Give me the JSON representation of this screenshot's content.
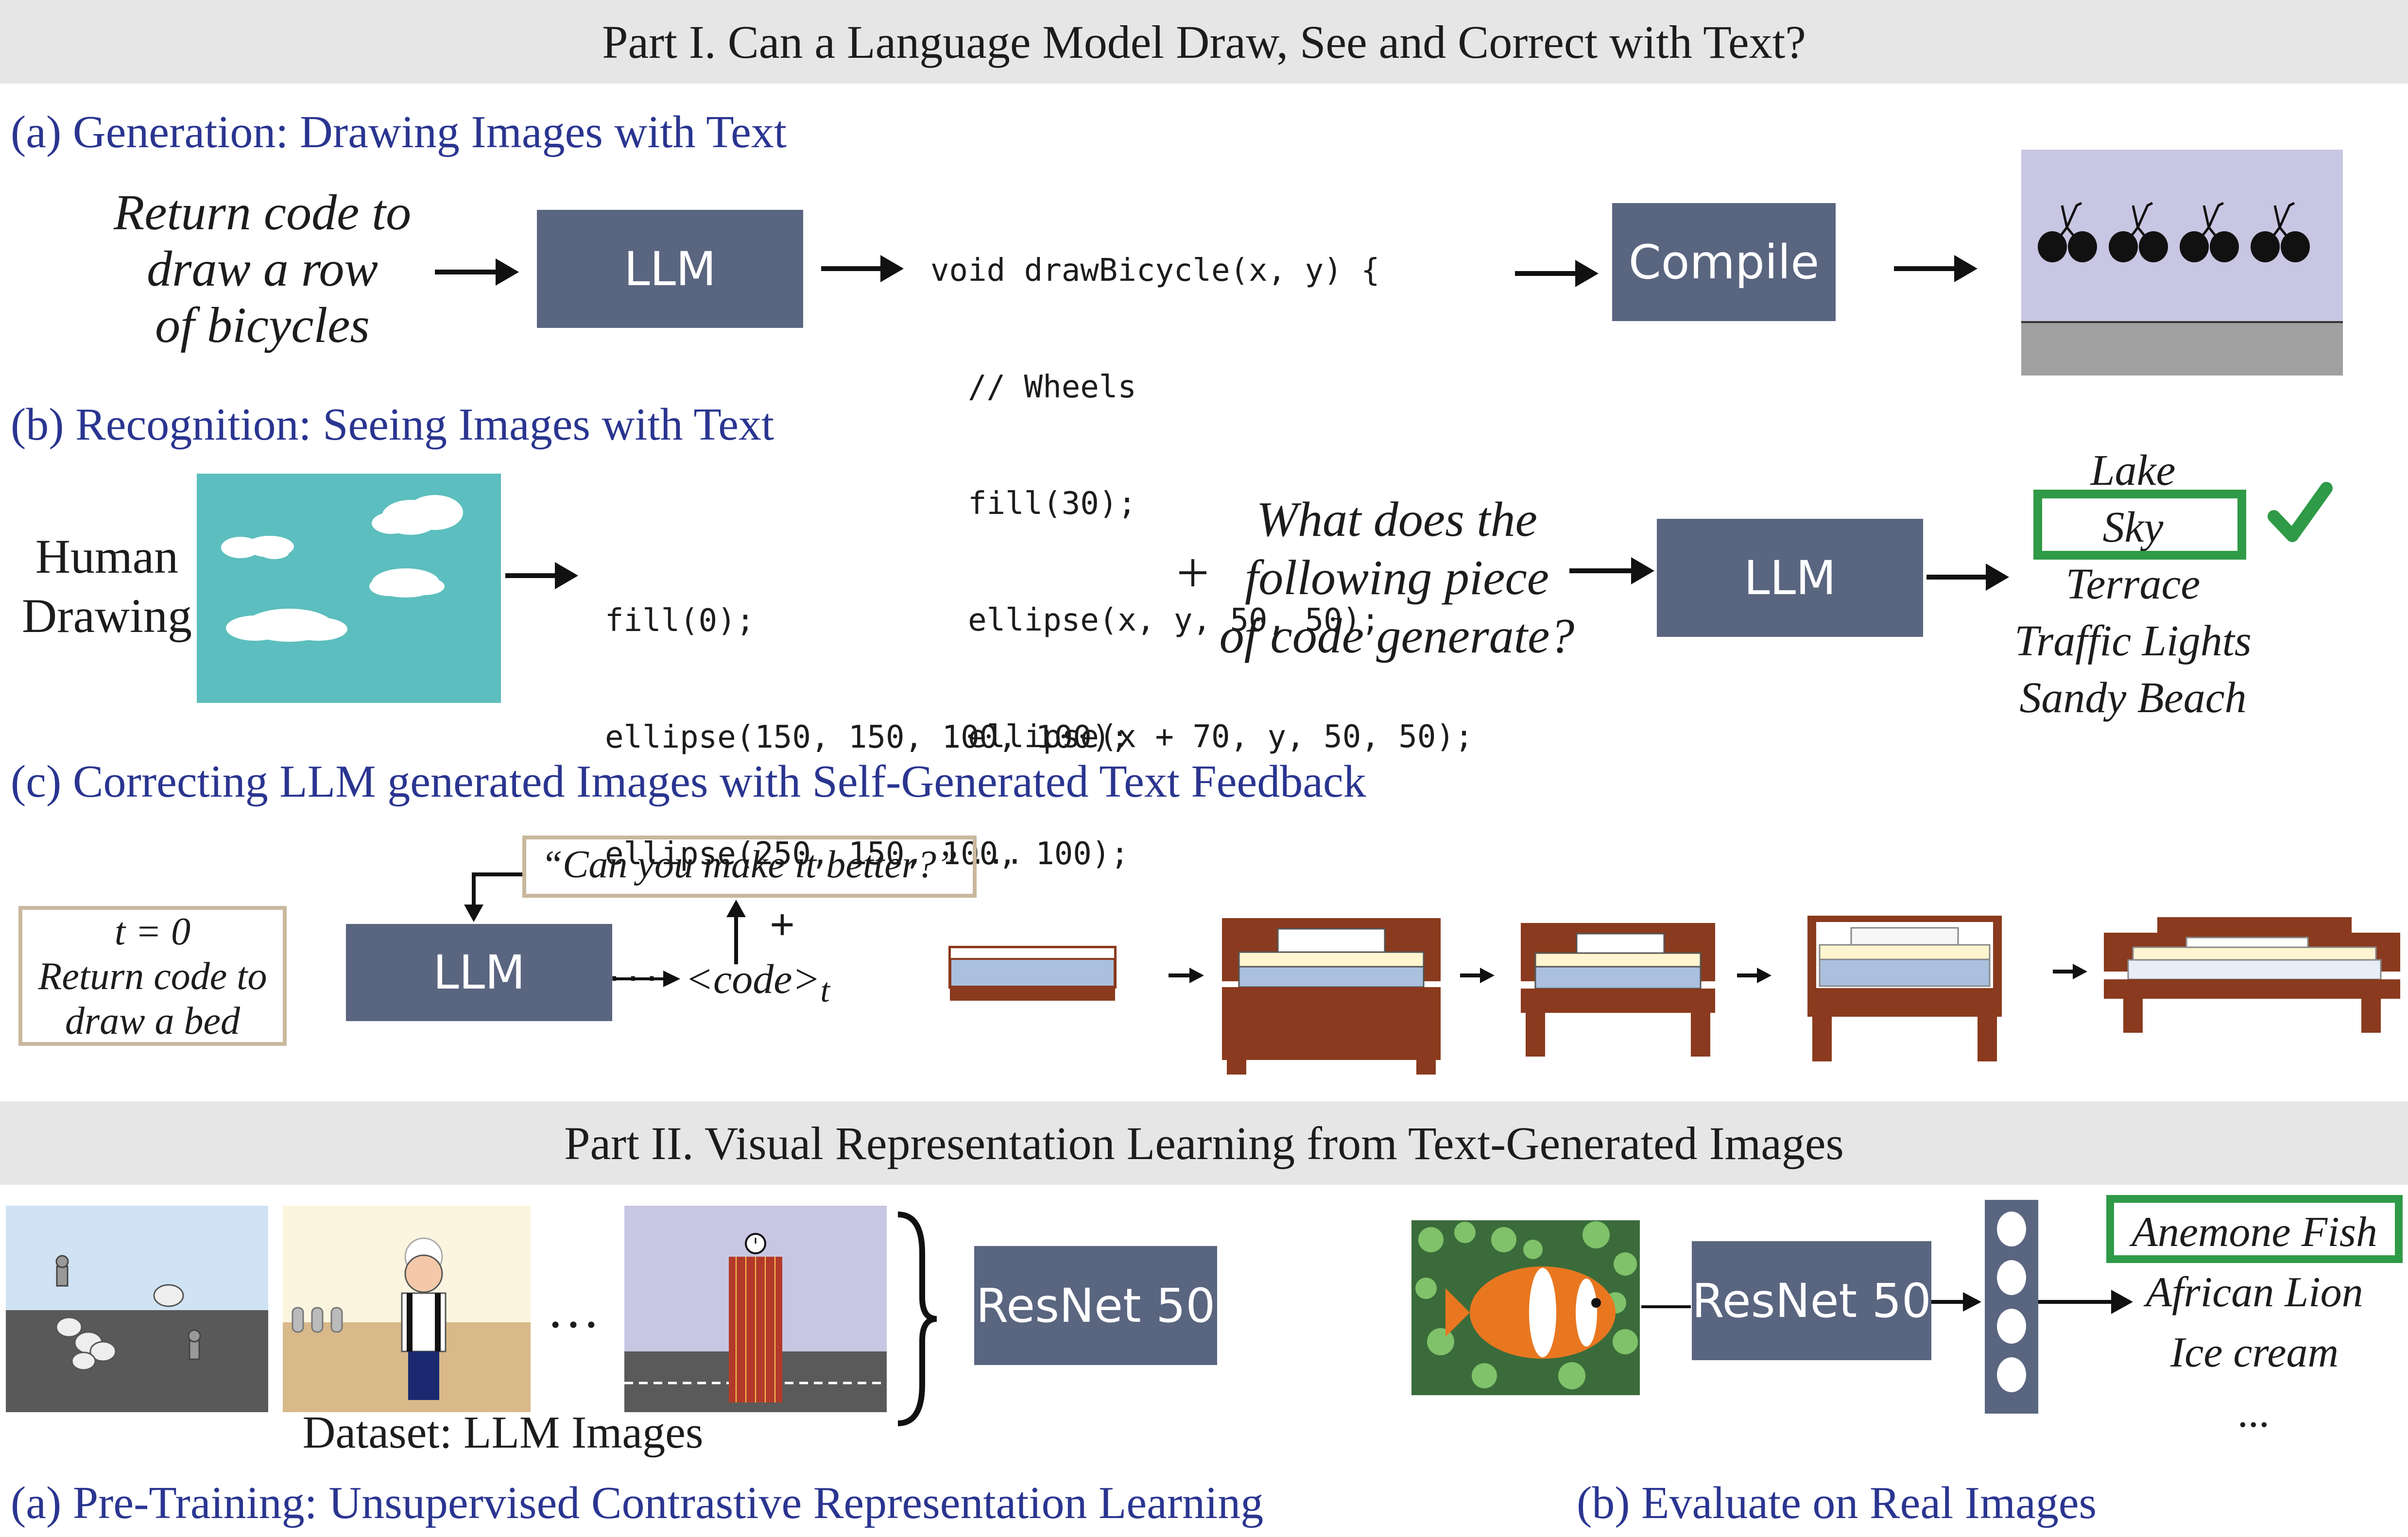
{
  "part1": {
    "title": "Part I. Can a Language Model Draw, See and Correct with Text?",
    "generation": {
      "heading": "(a) Generation: Drawing Images with Text",
      "prompt_lines": [
        "Return code to",
        "draw a row",
        "of  bicycles"
      ],
      "model_label": "LLM",
      "code_lines": [
        "void drawBicycle(x, y) {",
        "  // Wheels",
        "  fill(30);",
        "  ellipse(x, y, 50, 50);",
        "  ellipse(x + 70, y, 50, 50);",
        "  ..."
      ],
      "compile_label": "Compile"
    },
    "recognition": {
      "heading": "(b) Recognition: Seeing Images with Text",
      "input_lines": [
        "Human",
        "Drawing"
      ],
      "code_lines": [
        "fill(0);",
        "ellipse(150, 150, 100, 100);",
        "ellipse(250, 150, 100, 100);",
        "..."
      ],
      "plus": "+",
      "question_lines": [
        "What does the",
        "following piece",
        "of code generate?"
      ],
      "model_label": "LLM",
      "options": [
        "Lake",
        "Sky",
        "Terrace",
        "Traffic Lights",
        "Sandy Beach"
      ],
      "correct_option": "Sky",
      "accent_color": "#2f9a47"
    },
    "correction": {
      "heading": "(c) Correcting LLM generated Images with Self-Generated Text Feedback",
      "start_lines": [
        "t = 0",
        "Return code to",
        "draw a bed"
      ],
      "model_label": "LLM",
      "feedback": "“Can you make it better?”",
      "plus": "+",
      "output_label": "<code>",
      "output_sub": "t"
    }
  },
  "part2": {
    "title": "Part II. Visual Representation Learning from Text-Generated Images",
    "ellipsis": "…",
    "dataset_label": "Dataset: LLM Images",
    "model_label": "ResNet 50",
    "pretrain_heading": "(a) Pre-Training: Unsupervised Contrastive Representation Learning",
    "eval_model_label": "ResNet 50",
    "eval_labels": [
      "Anemone Fish",
      "African Lion",
      "Ice cream",
      "..."
    ],
    "eval_heading": "(b) Evaluate on Real Images",
    "accent_color": "#2f9a47"
  }
}
